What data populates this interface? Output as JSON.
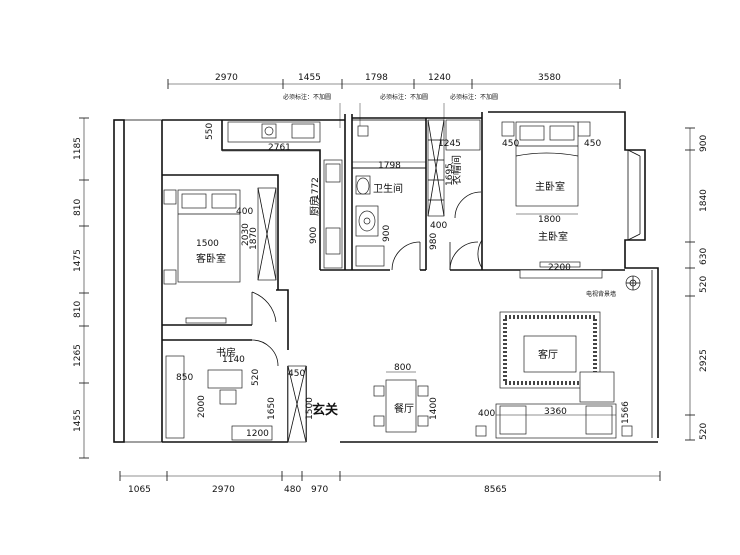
{
  "dims": {
    "top": [
      "2970",
      "1455",
      "1798",
      "1240",
      "3580"
    ],
    "bottom": [
      "1065",
      "2970",
      "480",
      "970",
      "8565"
    ],
    "left": [
      "1185",
      "810",
      "1475",
      "810",
      "1265",
      "1455"
    ],
    "right": [
      "900",
      "1840",
      "630",
      "520",
      "2925",
      "520"
    ]
  },
  "notes": {
    "top_note": "必须标注：不加圆"
  },
  "rooms": {
    "master_bedroom": "主卧室",
    "master_bedroom_label": "主卧室",
    "guest_bedroom": "客卧室",
    "bathroom": "卫生间",
    "kitchen": "厨房",
    "closet": "衣帽间",
    "study": "书房",
    "entrance": "玄关",
    "living_room": "客厅",
    "dining_room": "餐厅",
    "tv_wall": "电视背景墙"
  },
  "inner_dims": {
    "kitchen_top": "550",
    "kitchen_width": "2761",
    "kitchen_height": "1772",
    "kitchen_900": "900",
    "bath_1798": "1798",
    "bath_900": "900",
    "closet_1245": "1245",
    "closet_1695": "1695",
    "closet_400": "400",
    "closet_980": "980",
    "master_450a": "450",
    "master_450b": "450",
    "master_1800": "1800",
    "master_2200": "2200",
    "guest_400": "400",
    "guest_2030": "2030",
    "guest_1870": "1870",
    "guest_1500": "1500",
    "study_1140": "1140",
    "study_850": "850",
    "study_520": "520",
    "study_2000": "2000",
    "study_1650": "1650",
    "study_1200": "1200",
    "entry_450": "450",
    "entry_1500": "1500",
    "dining_800": "800",
    "dining_1400": "1400",
    "living_400": "400",
    "living_3360": "3360",
    "living_1566": "1566"
  }
}
